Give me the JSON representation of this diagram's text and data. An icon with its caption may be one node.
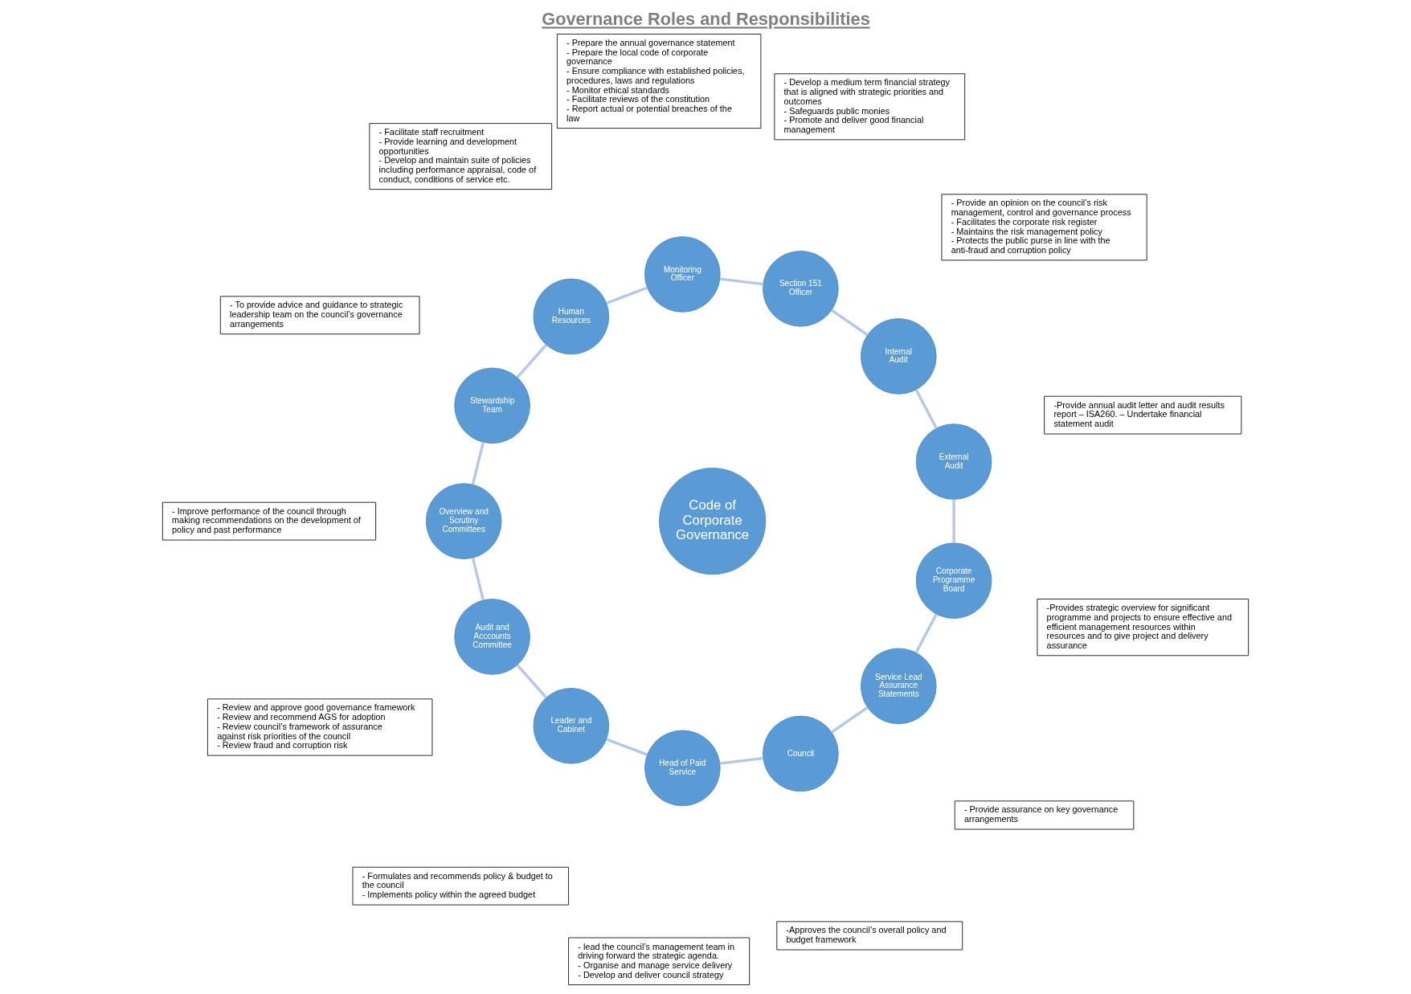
{
  "diagram": {
    "title": "Governance Roles and Responsibilities",
    "nodes": [
      {
        "text": [
          "Code of Corporate Governance"
        ]
      },
      {
        "text": [
          "External Audit"
        ]
      },
      {
        "text": [
          "Internal Audit"
        ]
      },
      {
        "text": [
          "Section 151 Officer"
        ]
      },
      {
        "text": [
          "Monitoring Officer"
        ]
      },
      {
        "text": [
          "Human Resources"
        ]
      },
      {
        "text": [
          "Stewardship Team"
        ]
      },
      {
        "text": [
          "Overview and Scrutiny Committees"
        ]
      },
      {
        "text": [
          "Audit and Acccounts Committee"
        ]
      },
      {
        "text": [
          "Leader and Cabinet"
        ]
      },
      {
        "text": [
          "Head of Paid Service"
        ]
      },
      {
        "text": [
          "Council"
        ]
      },
      {
        "text": [
          "Service Lead Assurance Statements"
        ]
      },
      {
        "text": [
          "Corporate Programme Board"
        ]
      },
      {
        "text": [
          "-Provide annual audit letter and audit results report – ISA260. – Undertake financial statement audit"
        ]
      },
      {
        "text": [
          "- Provide an opinion on the council’s risk management, control and governance process",
          "- Facilitates the corporate risk register",
          "- Maintains the risk management policy",
          "- Protects the public purse in line with the anti-fraud and corruption policy"
        ]
      },
      {
        "text": [
          "- Develop a medium term financial strategy that is aligned with strategic priorities and outcomes",
          "- Safeguards public monies",
          "- Promote and deliver good financial management"
        ]
      },
      {
        "text": [
          "- Prepare the annual governance statement",
          "- Prepare the local code of corporate governance",
          "- Ensure compliance with established policies, procedures, laws and regulations",
          "- Monitor ethical standards",
          "- Facilitate reviews of the constitution",
          "- Report actual or potential breaches of the law"
        ]
      },
      {
        "text": [
          "- Facilitate staff recruitment",
          "- Provide learning and development opportunities",
          "- Develop and maintain suite of policies including performance appraisal, code of conduct, conditions of service etc."
        ]
      },
      {
        "text": [
          "- To provide advice and guidance to strategic leadership team on the council’s governance arrangements"
        ]
      },
      {
        "text": [
          "- Improve performance of the council through making recommendations on the development of policy and past performance"
        ]
      },
      {
        "text": [
          "- Review and approve good governance framework",
          "- Review and recommend AGS for adoption",
          "- Review council’s framework of assurance against risk priorities of the council",
          "- Review fraud and corruption risk"
        ]
      },
      {
        "text": [
          "- Formulates and recommends policy & budget to the council",
          "- Implements policy within the agreed budget"
        ]
      },
      {
        "text": [
          "- lead the council’s management team in driving forward the strategic agenda.",
          "- Organise and manage service delivery",
          "- Develop and deliver council strategy"
        ]
      },
      {
        "text": [
          "-Approves the council’s overall policy and budget framework"
        ]
      },
      {
        "text": [
          "- Provide assurance on key governance arrangements"
        ]
      },
      {
        "text": [
          "-Provides strategic overview for significant programme and projects to ensure effective and efficient management resources within resources and to give project and delivery assurance"
        ]
      }
    ],
    "edges": [
      {
        "from": 1,
        "to": 2,
        "arrow": "none"
      },
      {
        "from": 2,
        "to": 3,
        "arrow": "none"
      },
      {
        "from": 3,
        "to": 4,
        "arrow": "none"
      },
      {
        "from": 4,
        "to": 5,
        "arrow": "none"
      },
      {
        "from": 5,
        "to": 6,
        "arrow": "none"
      },
      {
        "from": 6,
        "to": 7,
        "arrow": "none"
      },
      {
        "from": 7,
        "to": 8,
        "arrow": "none"
      },
      {
        "from": 8,
        "to": 9,
        "arrow": "none"
      },
      {
        "from": 9,
        "to": 10,
        "arrow": "none"
      },
      {
        "from": 10,
        "to": 11,
        "arrow": "none"
      },
      {
        "from": 11,
        "to": 12,
        "arrow": "none"
      },
      {
        "from": 12,
        "to": 13,
        "arrow": "none"
      },
      {
        "from": 13,
        "to": 1,
        "arrow": "none"
      }
    ]
  }
}
